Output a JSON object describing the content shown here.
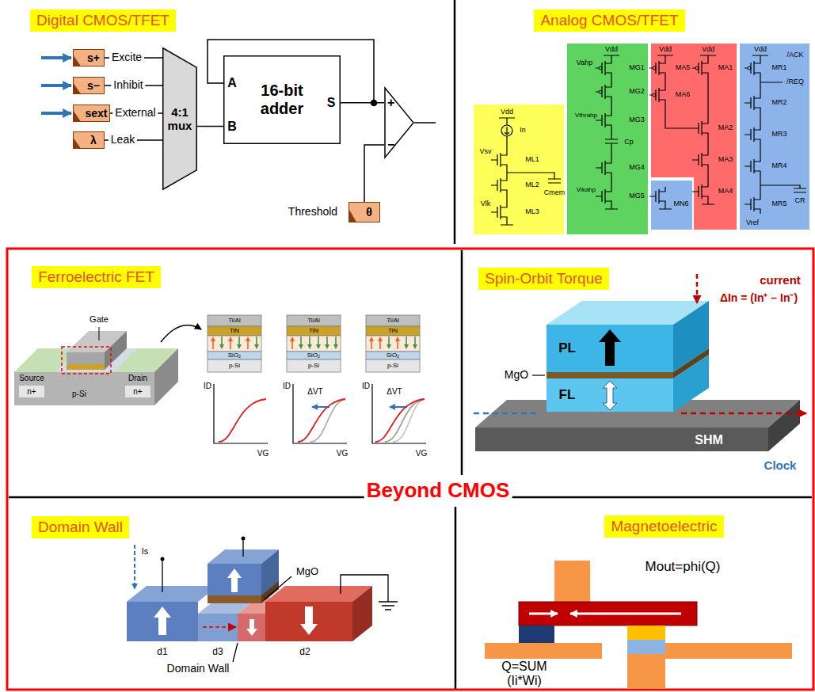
{
  "diagram": {
    "nodes": [
      {
        "text": [
          "Digital CMOS/TFET"
        ]
      },
      {
        "text": [
          "s+"
        ]
      },
      {
        "text": [
          "s−"
        ]
      },
      {
        "text": [
          "sext"
        ]
      },
      {
        "text": [
          "λ"
        ]
      },
      {
        "text": [
          "4:1 mux"
        ]
      },
      {
        "text": [
          "16-bit adder"
        ]
      },
      {
        "text": [
          "+",
          "−"
        ]
      },
      {
        "text": [
          "θ"
        ]
      },
      {
        "text": [
          "Analog CMOS/TFET"
        ]
      },
      {
        "text": [
          "Ferroelectric FET"
        ]
      },
      {
        "text": [
          "Spin-Orbit Torque"
        ]
      },
      {
        "text": [
          "Domain Wall"
        ]
      },
      {
        "text": [
          "Magnetoelectric"
        ]
      }
    ],
    "edges": [
      {
        "from": 1,
        "to": 5,
        "arrow": "none"
      },
      {
        "from": 2,
        "to": 5,
        "arrow": "none"
      },
      {
        "from": 3,
        "to": 5,
        "arrow": "none"
      },
      {
        "from": 4,
        "to": 5,
        "arrow": "none"
      },
      {
        "from": 5,
        "to": 6,
        "arrow": "none"
      },
      {
        "from": 6,
        "to": 7,
        "arrow": "none"
      },
      {
        "from": 8,
        "to": 7,
        "arrow": "none"
      }
    ],
    "labels": [
      "Excite",
      "Inhibit",
      "External",
      "Leak",
      "A",
      "B",
      "S",
      "Threshold",
      "Vdd",
      "In",
      "Vsv",
      "ML1",
      "ML2",
      "Cmem",
      "Vlk",
      "ML3",
      "Vdd",
      "MG1",
      "Vahp",
      "MG2",
      "Vthrahp",
      "MG3",
      "Cp",
      "MG4",
      "MG5",
      "Vlkahp",
      "Vdd",
      "Vdd",
      "MA5",
      "MA1",
      "MA6",
      "MA2",
      "MA3",
      "MA4",
      "MN6",
      "Vdd",
      "MR1",
      "/ACK",
      "/REQ",
      "MR2",
      "MR3",
      "MR4",
      "CR",
      "Vref",
      "MR5",
      "Gate",
      "Source",
      "Drain",
      "n+",
      "n+",
      "p-Si",
      "Ti/Al",
      "TiN",
      "SiO₂",
      "p-Si",
      "Ti/Al",
      "TiN",
      "SiO₂",
      "p-Si",
      "Ti/Al",
      "TiN",
      "SiO₂",
      "p-Si",
      "ID",
      "VG",
      "ID",
      "ΔVT",
      "VG",
      "ID",
      "ΔVT",
      "VG",
      "current",
      "ΔIn = (In⁺ – In⁻)",
      "MgO",
      "PL",
      "FL",
      "SHM",
      "Clock",
      "Beyond CMOS",
      "Is",
      "d1",
      "d3",
      "d2",
      "MgO",
      "Domain Wall",
      "Mout=phi(Q)",
      "Q=SUM (Ii*Wi)"
    ]
  }
}
